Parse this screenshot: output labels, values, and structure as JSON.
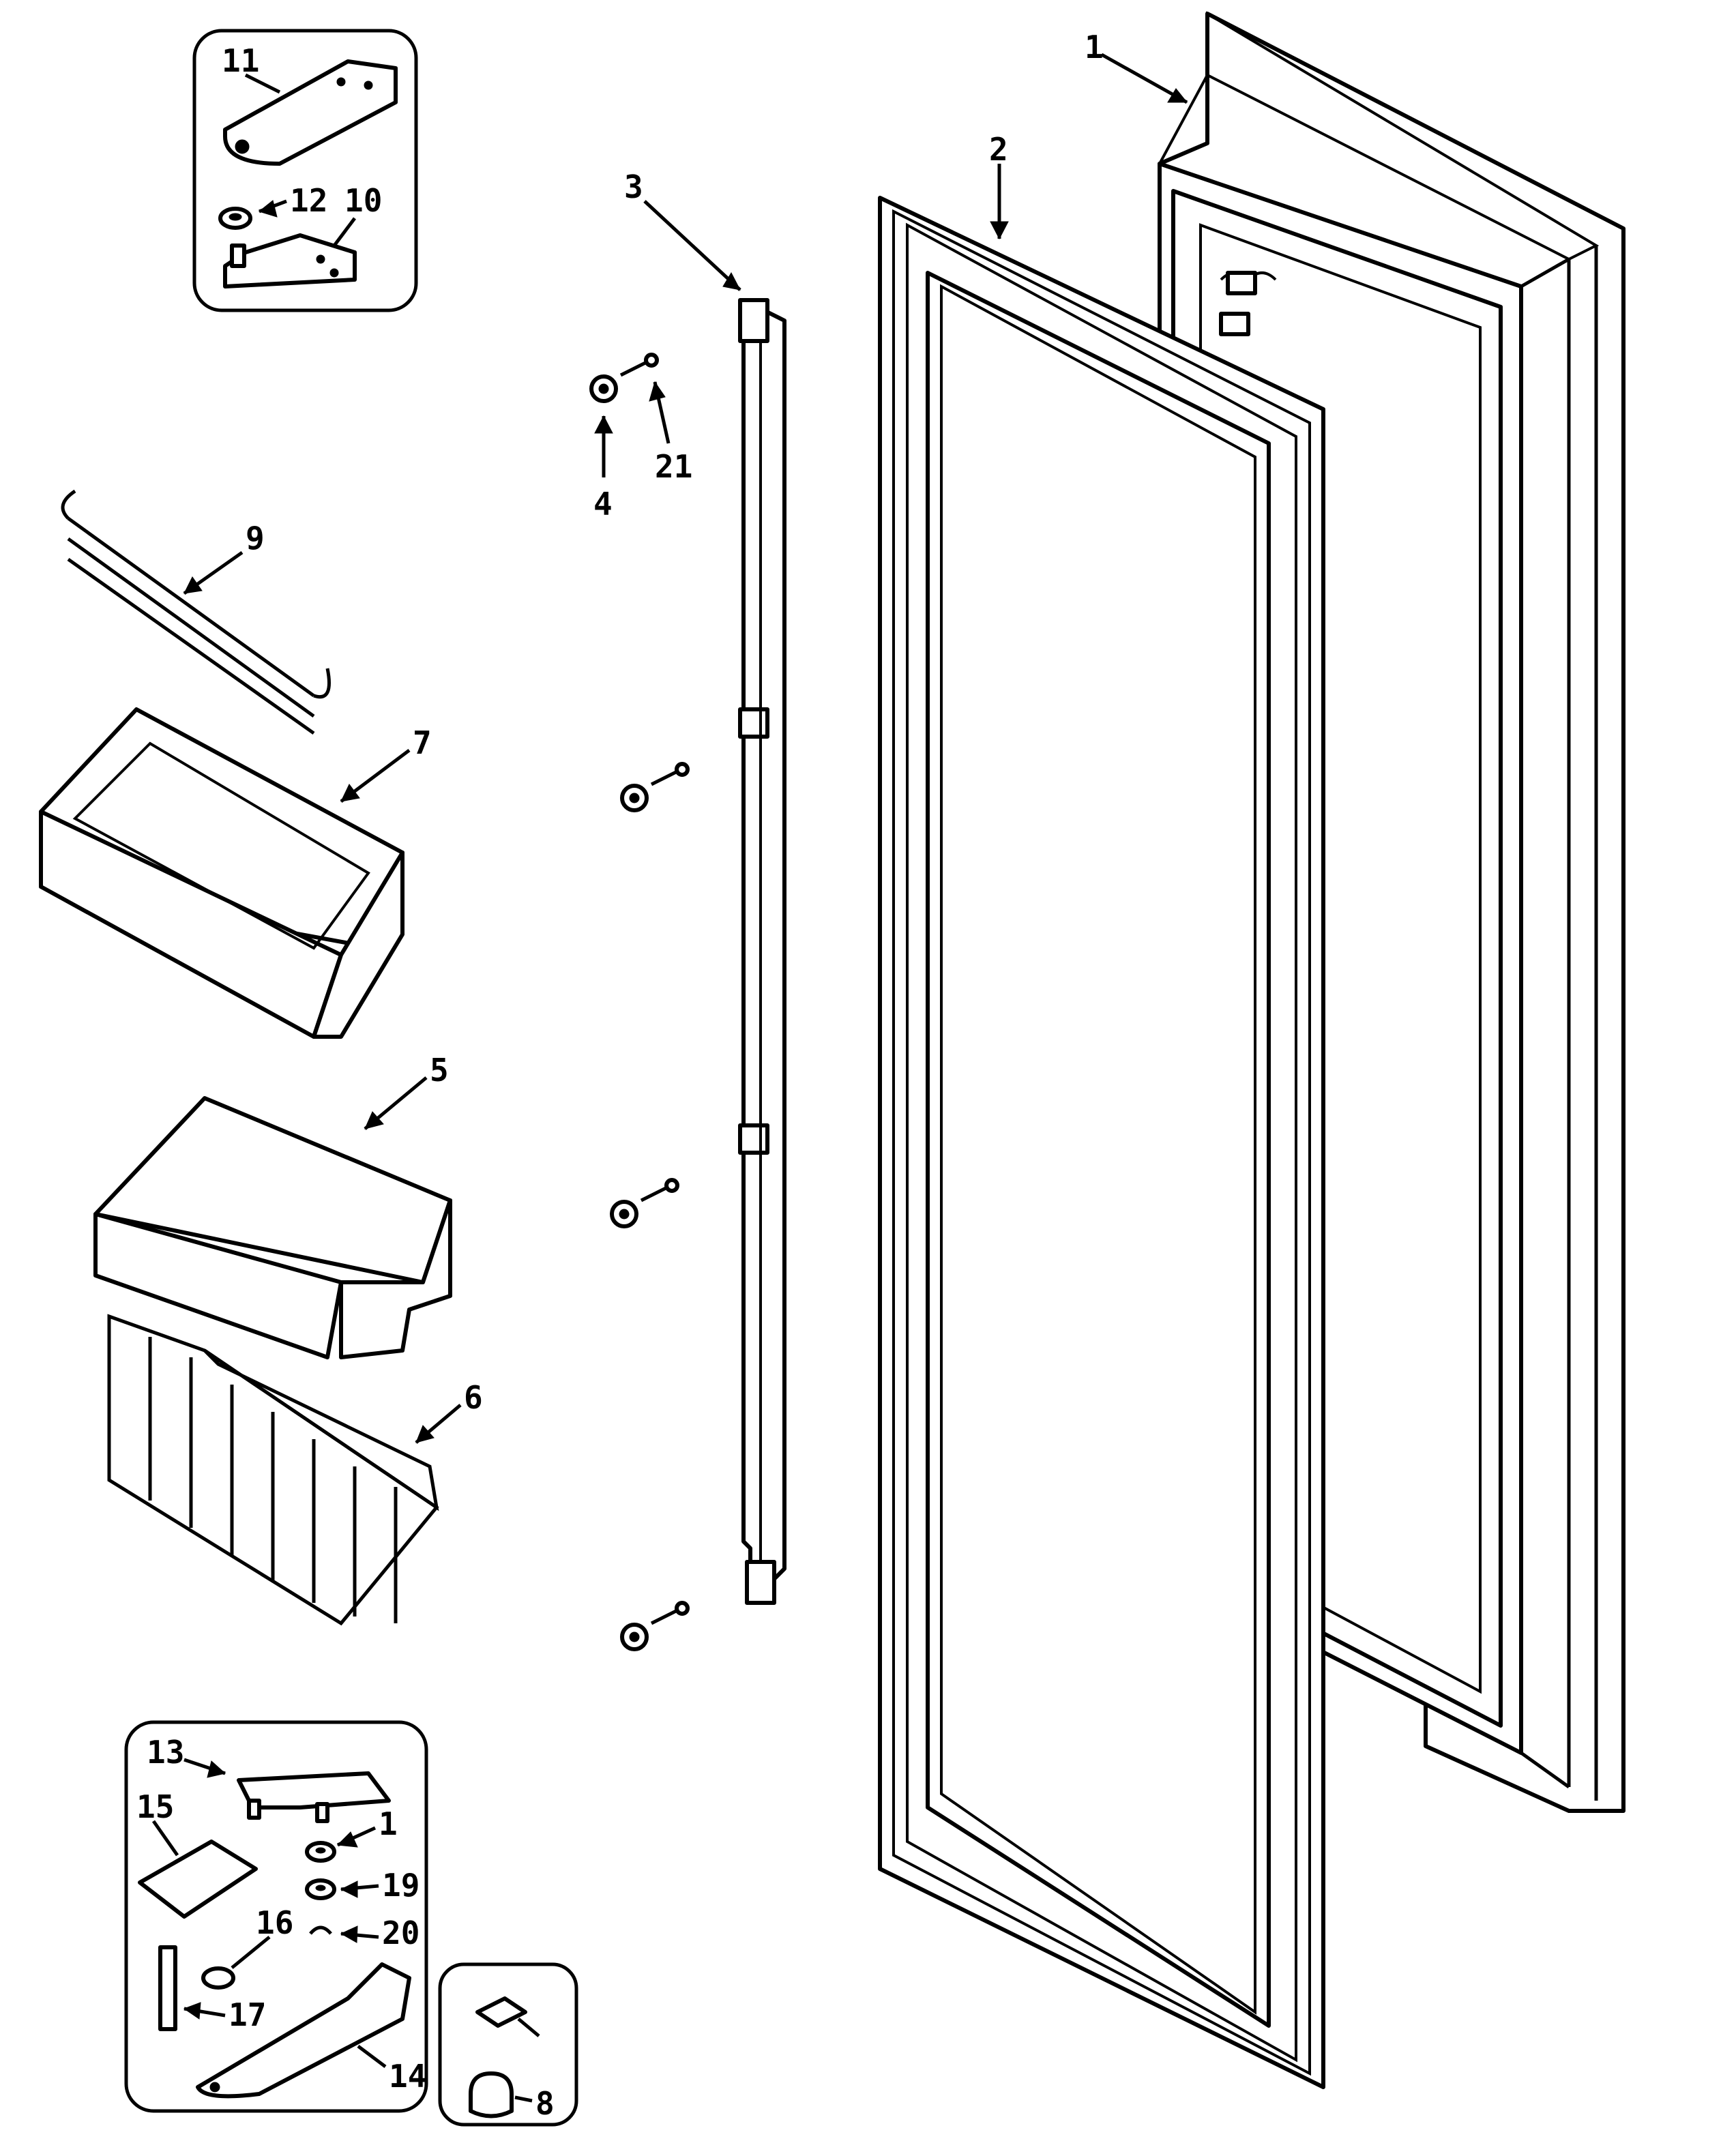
{
  "diagram": {
    "callouts": [
      {
        "key": "1",
        "label": "1"
      },
      {
        "key": "2",
        "label": "2"
      },
      {
        "key": "3",
        "label": "3"
      },
      {
        "key": "4",
        "label": "4"
      },
      {
        "key": "21",
        "label": "21"
      },
      {
        "key": "9",
        "label": "9"
      },
      {
        "key": "7",
        "label": "7"
      },
      {
        "key": "5",
        "label": "5"
      },
      {
        "key": "6",
        "label": "6"
      },
      {
        "key": "11",
        "label": "11"
      },
      {
        "key": "12",
        "label": "12"
      },
      {
        "key": "10",
        "label": "10"
      },
      {
        "key": "13",
        "label": "13"
      },
      {
        "key": "15",
        "label": "15"
      },
      {
        "key": "1b",
        "label": "1"
      },
      {
        "key": "19",
        "label": "19"
      },
      {
        "key": "16",
        "label": "16"
      },
      {
        "key": "20",
        "label": "20"
      },
      {
        "key": "17",
        "label": "17"
      },
      {
        "key": "14",
        "label": "14"
      },
      {
        "key": "8",
        "label": "8"
      }
    ]
  }
}
